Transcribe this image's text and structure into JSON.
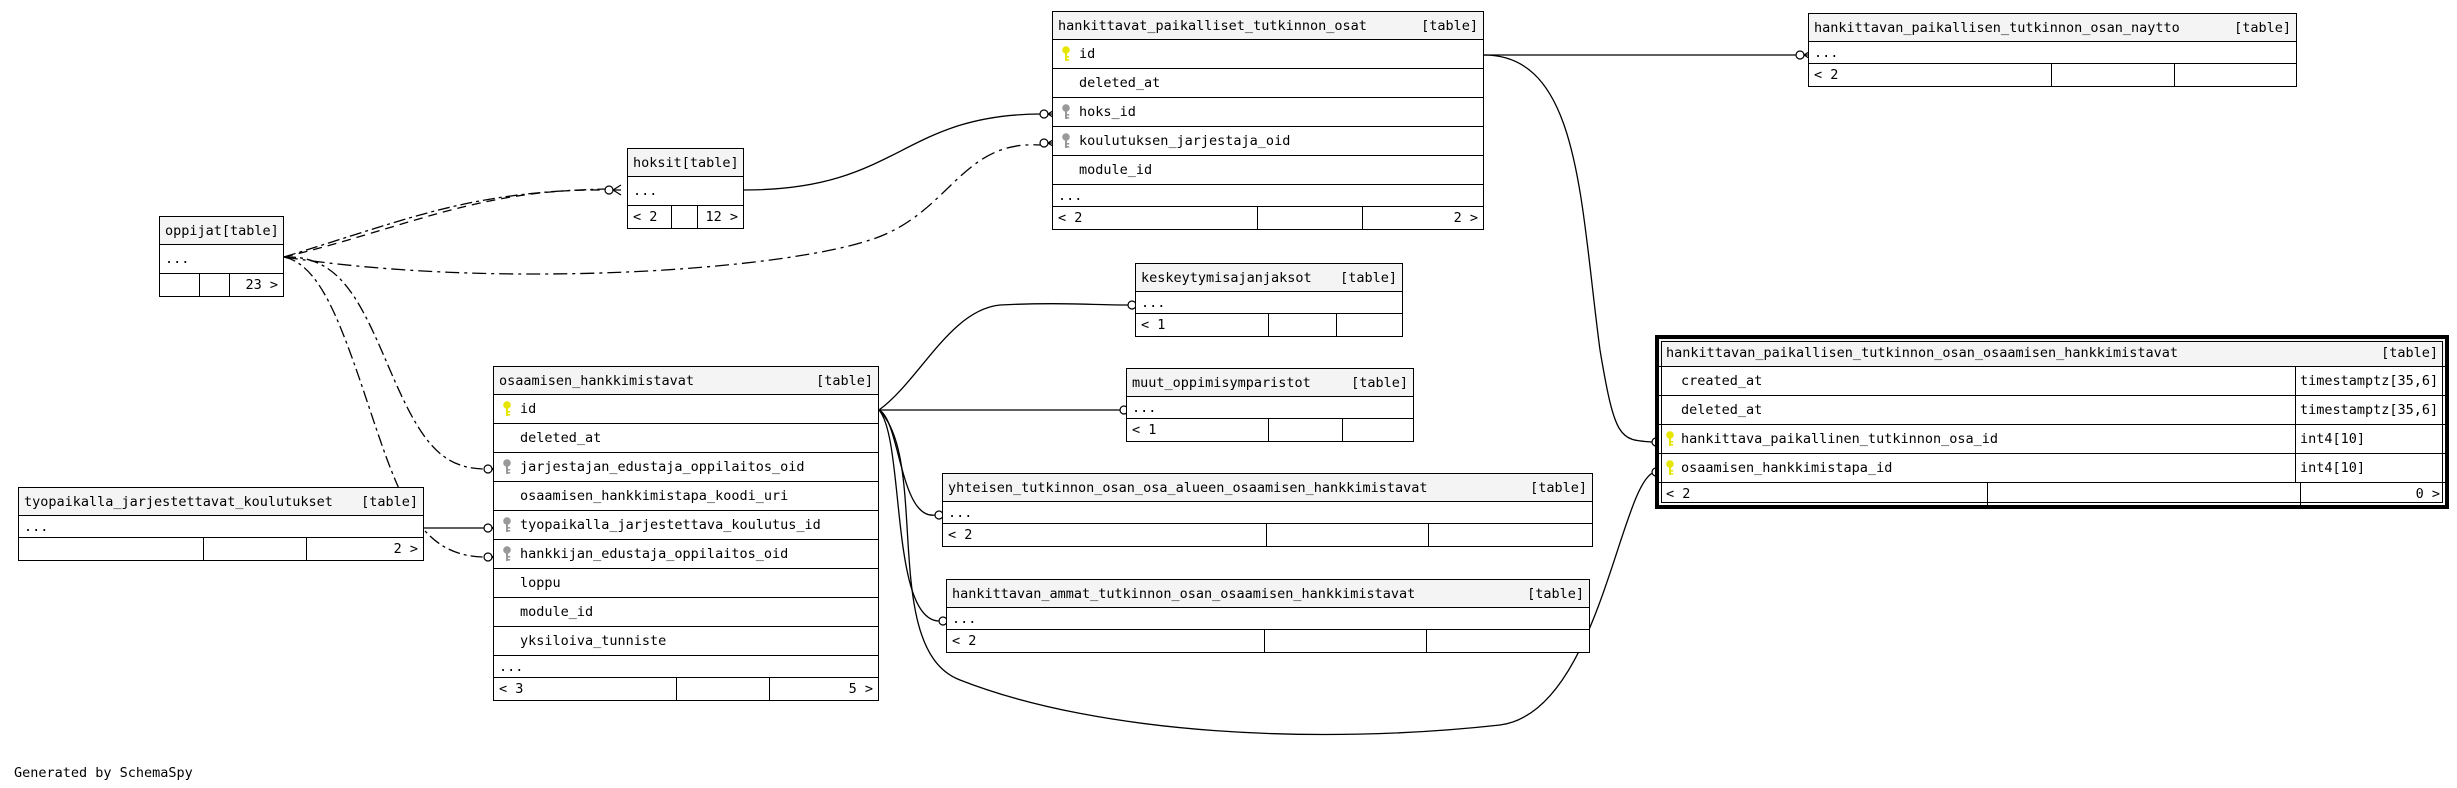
{
  "footer_text": "Generated by SchemaSpy",
  "colors": {
    "primary_key": "#e6e600",
    "foreign_key": "#999999",
    "header_bg": "#f4f4f4"
  },
  "tables": {
    "oppijat": {
      "name": "oppijat",
      "tag": "[table]",
      "more": "...",
      "footer": [
        "",
        "",
        "23 >"
      ]
    },
    "hoksit": {
      "name": "hoksit",
      "tag": "[table]",
      "more": "...",
      "footer": [
        "< 2",
        "",
        "12 >"
      ]
    },
    "hpto": {
      "name": "hankittavat_paikalliset_tutkinnon_osat",
      "tag": "[table]",
      "rows": [
        {
          "name": "id",
          "icon": "pk"
        },
        {
          "name": "deleted_at",
          "icon": ""
        },
        {
          "name": "hoks_id",
          "icon": "fk"
        },
        {
          "name": "koulutuksen_jarjestaja_oid",
          "icon": "fk"
        },
        {
          "name": "module_id",
          "icon": ""
        }
      ],
      "more": "...",
      "footer": [
        "< 2",
        "",
        "2 >"
      ]
    },
    "naytto": {
      "name": "hankittavan_paikallisen_tutkinnon_osan_naytto",
      "tag": "[table]",
      "more": "...",
      "footer": [
        "< 2",
        "",
        ""
      ]
    },
    "keskeytymis": {
      "name": "keskeytymisajanjaksot",
      "tag": "[table]",
      "more": "...",
      "footer": [
        "< 1",
        "",
        ""
      ]
    },
    "muut": {
      "name": "muut_oppimisymparistot",
      "tag": "[table]",
      "more": "...",
      "footer": [
        "< 1",
        "",
        ""
      ]
    },
    "yhteisen": {
      "name": "yhteisen_tutkinnon_osan_osa_alueen_osaamisen_hankkimistavat",
      "tag": "[table]",
      "more": "...",
      "footer": [
        "< 2",
        "",
        ""
      ]
    },
    "ammat": {
      "name": "hankittavan_ammat_tutkinnon_osan_osaamisen_hankkimistavat",
      "tag": "[table]",
      "more": "...",
      "footer": [
        "< 2",
        "",
        ""
      ]
    },
    "tyopaikalla": {
      "name": "tyopaikalla_jarjestettavat_koulutukset",
      "tag": "[table]",
      "more": "...",
      "footer": [
        "",
        "",
        "2 >"
      ]
    },
    "osaamisen": {
      "name": "osaamisen_hankkimistavat",
      "tag": "[table]",
      "rows": [
        {
          "name": "id",
          "icon": "pk"
        },
        {
          "name": "deleted_at",
          "icon": ""
        },
        {
          "name": "jarjestajan_edustaja_oppilaitos_oid",
          "icon": "fk"
        },
        {
          "name": "osaamisen_hankkimistapa_koodi_uri",
          "icon": ""
        },
        {
          "name": "tyopaikalla_jarjestettava_koulutus_id",
          "icon": "fk"
        },
        {
          "name": "hankkijan_edustaja_oppilaitos_oid",
          "icon": "fk"
        },
        {
          "name": "loppu",
          "icon": ""
        },
        {
          "name": "module_id",
          "icon": ""
        },
        {
          "name": "yksiloiva_tunniste",
          "icon": ""
        }
      ],
      "more": "...",
      "footer": [
        "< 3",
        "",
        "5 >"
      ]
    },
    "focus": {
      "name": "hankittavan_paikallisen_tutkinnon_osan_osaamisen_hankkimistavat",
      "tag": "[table]",
      "rows": [
        {
          "name": "created_at",
          "icon": "",
          "type": "timestamptz[35,6]"
        },
        {
          "name": "deleted_at",
          "icon": "",
          "type": "timestamptz[35,6]"
        },
        {
          "name": "hankittava_paikallinen_tutkinnon_osa_id",
          "icon": "pk",
          "type": "int4[10]"
        },
        {
          "name": "osaamisen_hankkimistapa_id",
          "icon": "pk",
          "type": "int4[10]"
        }
      ],
      "footer": [
        "< 2",
        "",
        "0 >"
      ]
    }
  }
}
